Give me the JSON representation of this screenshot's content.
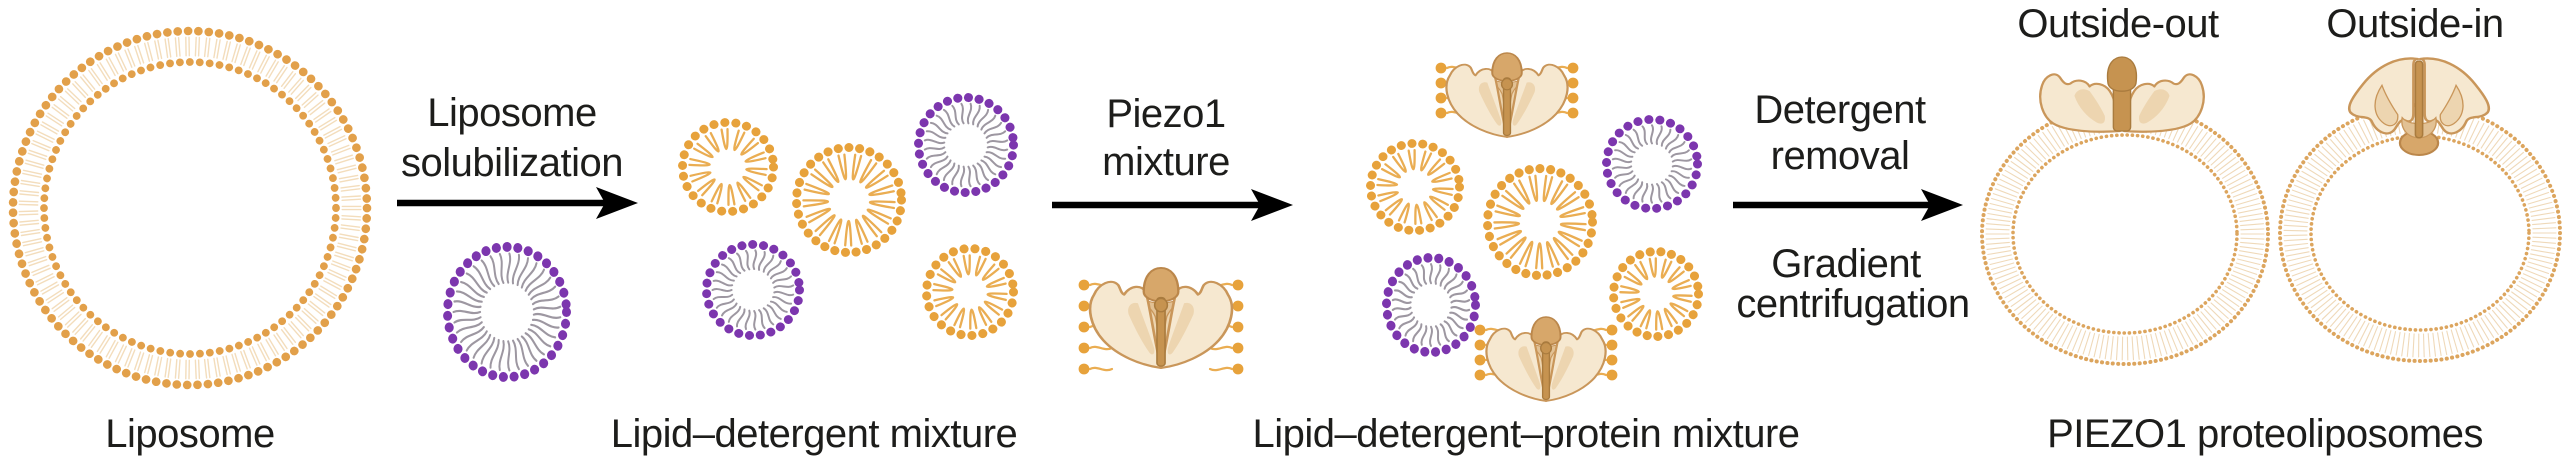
{
  "colors": {
    "lipid_head": "#E2A04A",
    "lipid_tail": "#F3DDBC",
    "proteoliposome_head": "#DCA55E",
    "proteoliposome_tail": "#EFD9B9",
    "micelle_lipid_head": "#E7A23B",
    "micelle_lipid_tail": "#EAAD52",
    "detergent_head": "#7C36AE",
    "detergent_tail": "#9D97A1",
    "protein_fill": "#F6E8D0",
    "protein_outline": "#C9965A",
    "protein_shade": "#EDD5B0",
    "protein_deep": "#E2C194",
    "protein_cap": "#D7A76A",
    "protein_cap_outline": "#BB874B",
    "protein_rod": "#C69350",
    "protein_rod_outline": "#A97B3E",
    "arrow": "#000000",
    "text": "#1D1D1B",
    "background": "#FFFFFF"
  },
  "stage1": {
    "label": "Liposome"
  },
  "arrow1": {
    "label_line1": "Liposome",
    "label_line2": "solubilization"
  },
  "stage2": {
    "label": "Lipid–detergent mixture",
    "micelles": [
      "lipid",
      "lipid",
      "detergent",
      "detergent",
      "detergent",
      "lipid"
    ]
  },
  "arrow2": {
    "label_line1": "Piezo1",
    "label_line2": "mixture"
  },
  "stage3": {
    "label": "Lipid–detergent–protein mixture",
    "micelles": [
      "lipid",
      "lipid",
      "detergent",
      "detergent",
      "lipid"
    ],
    "proteins": 2
  },
  "arrow3": {
    "label_top_line1": "Detergent",
    "label_top_line2": "removal",
    "label_bottom_line1": "Gradient",
    "label_bottom_line2": "centrifugation"
  },
  "stage4": {
    "label": "PIEZO1 proteoliposomes",
    "left_title": "Outside-out",
    "right_title": "Outside-in"
  }
}
